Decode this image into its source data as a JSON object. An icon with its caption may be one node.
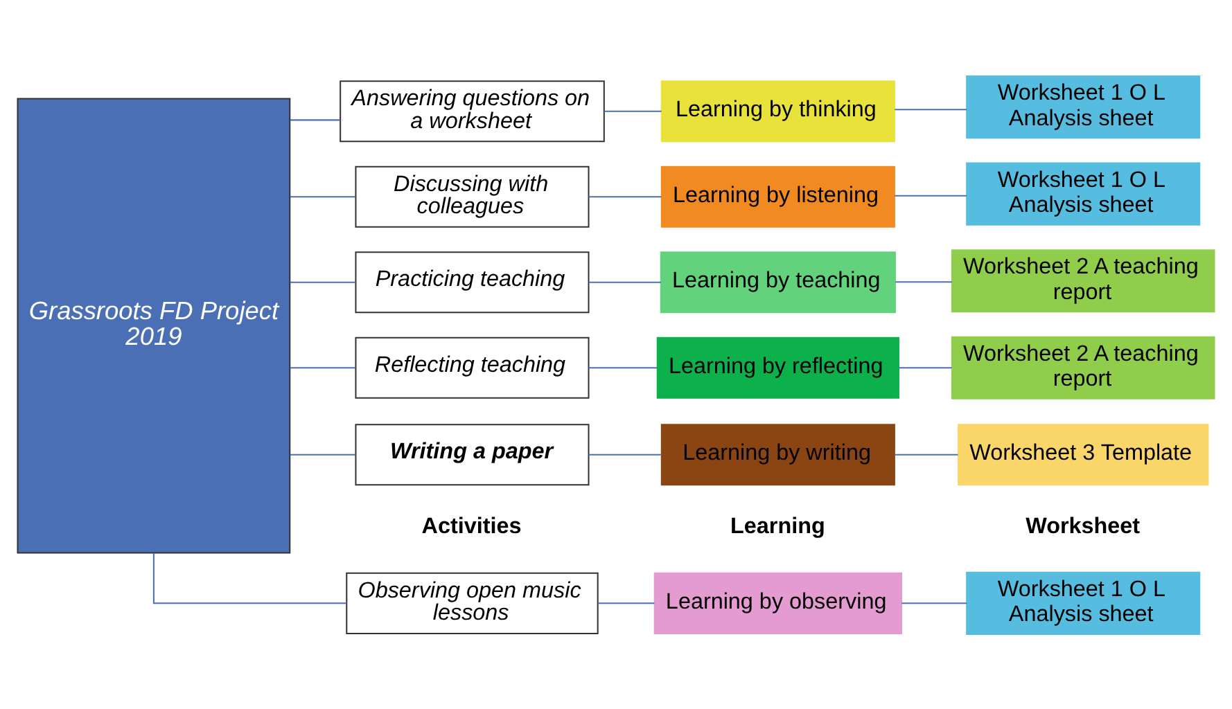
{
  "diagram": {
    "nodes": [
      {
        "text": [
          "Grassroots FD Project 2019"
        ]
      },
      {
        "text": [
          "Observing open music lessons"
        ]
      },
      {
        "text": [
          "Learning by observing"
        ]
      },
      {
        "text": [
          "Worksheet 1 O L Analysis sheet"
        ]
      },
      {
        "text": [
          "Answering questions on a worksheet"
        ]
      },
      {
        "text": [
          "Learning by thinking"
        ]
      },
      {
        "text": [
          "Worksheet 1 O L Analysis sheet"
        ]
      },
      {
        "text": [
          "Discussing with colleagues"
        ]
      },
      {
        "text": [
          "Learning by listening"
        ]
      },
      {
        "text": [
          "Worksheet 1 O L Analysis sheet"
        ]
      },
      {
        "text": [
          "Practicing teaching"
        ]
      },
      {
        "text": [
          "Learning by teaching"
        ]
      },
      {
        "text": [
          "Worksheet 2 A teaching report"
        ]
      },
      {
        "text": [
          "Reflecting teaching"
        ]
      },
      {
        "text": [
          "Learning by reflecting"
        ]
      },
      {
        "text": [
          "Worksheet 2 A teaching report"
        ]
      },
      {
        "text": [
          "Writing a paper"
        ]
      },
      {
        "text": [
          "Learning by writing"
        ]
      },
      {
        "text": [
          "Worksheet 3 Template"
        ]
      }
    ],
    "edges": [
      {
        "from": 0,
        "to": 1,
        "arrow": "none"
      },
      {
        "from": 0,
        "to": 4,
        "arrow": "none"
      },
      {
        "from": 0,
        "to": 7,
        "arrow": "none"
      },
      {
        "from": 0,
        "to": 10,
        "arrow": "none"
      },
      {
        "from": 0,
        "to": 13,
        "arrow": "none"
      },
      {
        "from": 0,
        "to": 16,
        "arrow": "none"
      },
      {
        "from": 1,
        "to": 2,
        "arrow": "none"
      },
      {
        "from": 2,
        "to": 3,
        "arrow": "none"
      },
      {
        "from": 4,
        "to": 5,
        "arrow": "none"
      },
      {
        "from": 5,
        "to": 6,
        "arrow": "none"
      },
      {
        "from": 7,
        "to": 8,
        "arrow": "none"
      },
      {
        "from": 8,
        "to": 9,
        "arrow": "none"
      },
      {
        "from": 10,
        "to": 11,
        "arrow": "none"
      },
      {
        "from": 11,
        "to": 12,
        "arrow": "none"
      },
      {
        "from": 13,
        "to": 14,
        "arrow": "none"
      },
      {
        "from": 14,
        "to": 15,
        "arrow": "none"
      },
      {
        "from": 16,
        "to": 17,
        "arrow": "none"
      },
      {
        "from": 17,
        "to": 18,
        "arrow": "none"
      }
    ],
    "labels": [
      "Activities",
      "Learning",
      "Worksheet"
    ]
  }
}
